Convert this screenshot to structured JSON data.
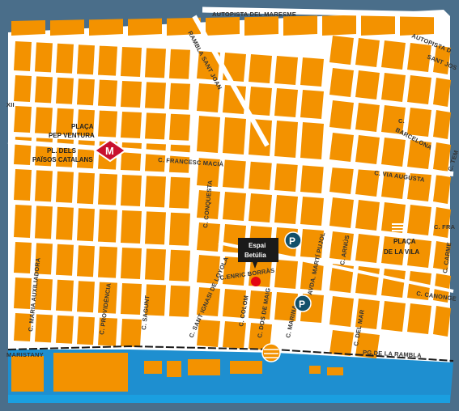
{
  "colors": {
    "block": "#f39200",
    "street": "#ffffff",
    "sea": "#1e8fd0",
    "coast": "#1a9fe0",
    "frame": "#4a6e8a",
    "parking": "#12506a",
    "poi": "#1a1a1a",
    "marker": "#e30613",
    "metro": "#c8102e"
  },
  "icons": {
    "metro": "metro-diamond-icon",
    "parking": "parking-icon",
    "marker": "location-dot-icon",
    "beach": "beach-stripes-icon"
  },
  "streets": {
    "autopista_maresme": "AUTOPISTA DEL MARESME",
    "autopista_d": "AUTOPISTA D",
    "sant_jos": "SANT JOS",
    "rambla_sant_joan": "RAMBLA SANT JOAN",
    "xii": "XII",
    "francesc_macia": "C. FRANCESC MACIÀ",
    "conquesta": "C. CONQUESTA",
    "barcelona_c": "C.",
    "barcelona": "BARCELONA",
    "via_augusta": "C. VIA AUGUSTA",
    "tem": "C. TEM",
    "fra": "C. FRA",
    "loyola": "C. SANT IGNASI DE LOYOLA",
    "enric_borras": "C.ENRIC BORRÀS",
    "marti_pujol": "AVDA. MARTÍ PUJOL",
    "arnus": "C. ARNÚS",
    "carme": "C. CARME",
    "canonge": "C. CANONGE",
    "maria_auxiliadora": "C. MARIA AUXILIADORA",
    "providencia": "C. PROVIDÈNCIA",
    "sagunt": "C. SAGUNT",
    "colom": "C. COLOM",
    "dos_de_maig": "C. DOS DE MAIG",
    "marina": "C. MARINA",
    "del_mar": "C. DEL MAR",
    "rambla": "PG.DE LA RAMBLA",
    "maristany": "MARISTANY"
  },
  "places": {
    "placa_pep_1": "PLAÇA",
    "placa_pep_2": "PEP VENTURA",
    "paisos_1": "PL. DELS",
    "paisos_2": "PAÏSOS CATALANS",
    "placa_vila_1": "PLAÇA",
    "placa_vila_2": "DE LA VILA"
  },
  "poi": {
    "line1": "Espai",
    "line2": "Betúlia"
  },
  "parking_label": "P",
  "metro_label": "M"
}
